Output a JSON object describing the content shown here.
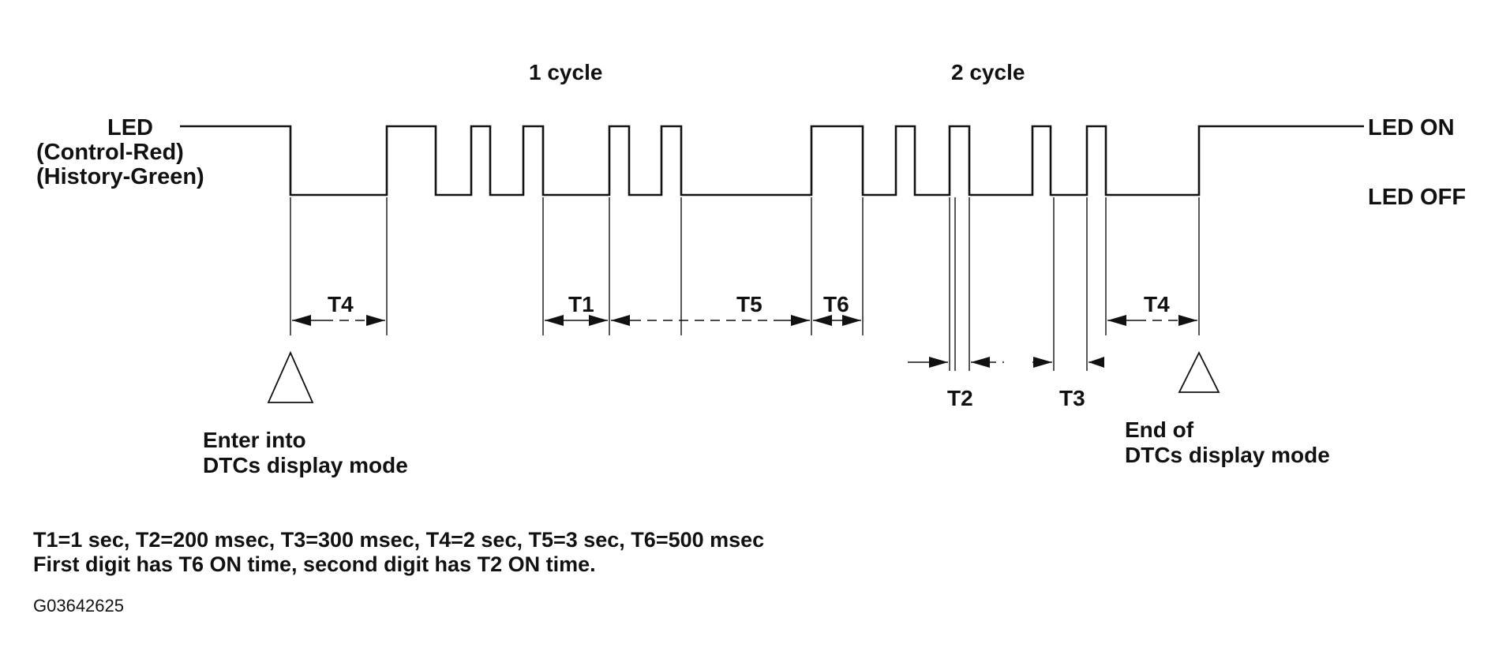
{
  "signal": {
    "name_line1": "LED",
    "name_line2": "(Control-Red)",
    "name_line3": "(History-Green)",
    "state_on": "LED ON",
    "state_off": "LED OFF"
  },
  "cycles": {
    "first": "1 cycle",
    "second": "2 cycle"
  },
  "intervals": {
    "t1": "T1",
    "t2": "T2",
    "t3": "T3",
    "t4_start": "T4",
    "t4_end": "T4",
    "t5": "T5",
    "t6": "T6"
  },
  "markers": {
    "start_line1": "Enter into",
    "start_line2": "DTCs display mode",
    "end_line1": "End of",
    "end_line2": "DTCs display mode"
  },
  "notes": {
    "timing": "T1=1 sec, T2=200 msec, T3=300 msec, T4=2 sec, T5=3 sec, T6=500 msec",
    "digits": "First digit has T6 ON time, second digit has T2 ON time."
  },
  "figure_id": "G03642625"
}
